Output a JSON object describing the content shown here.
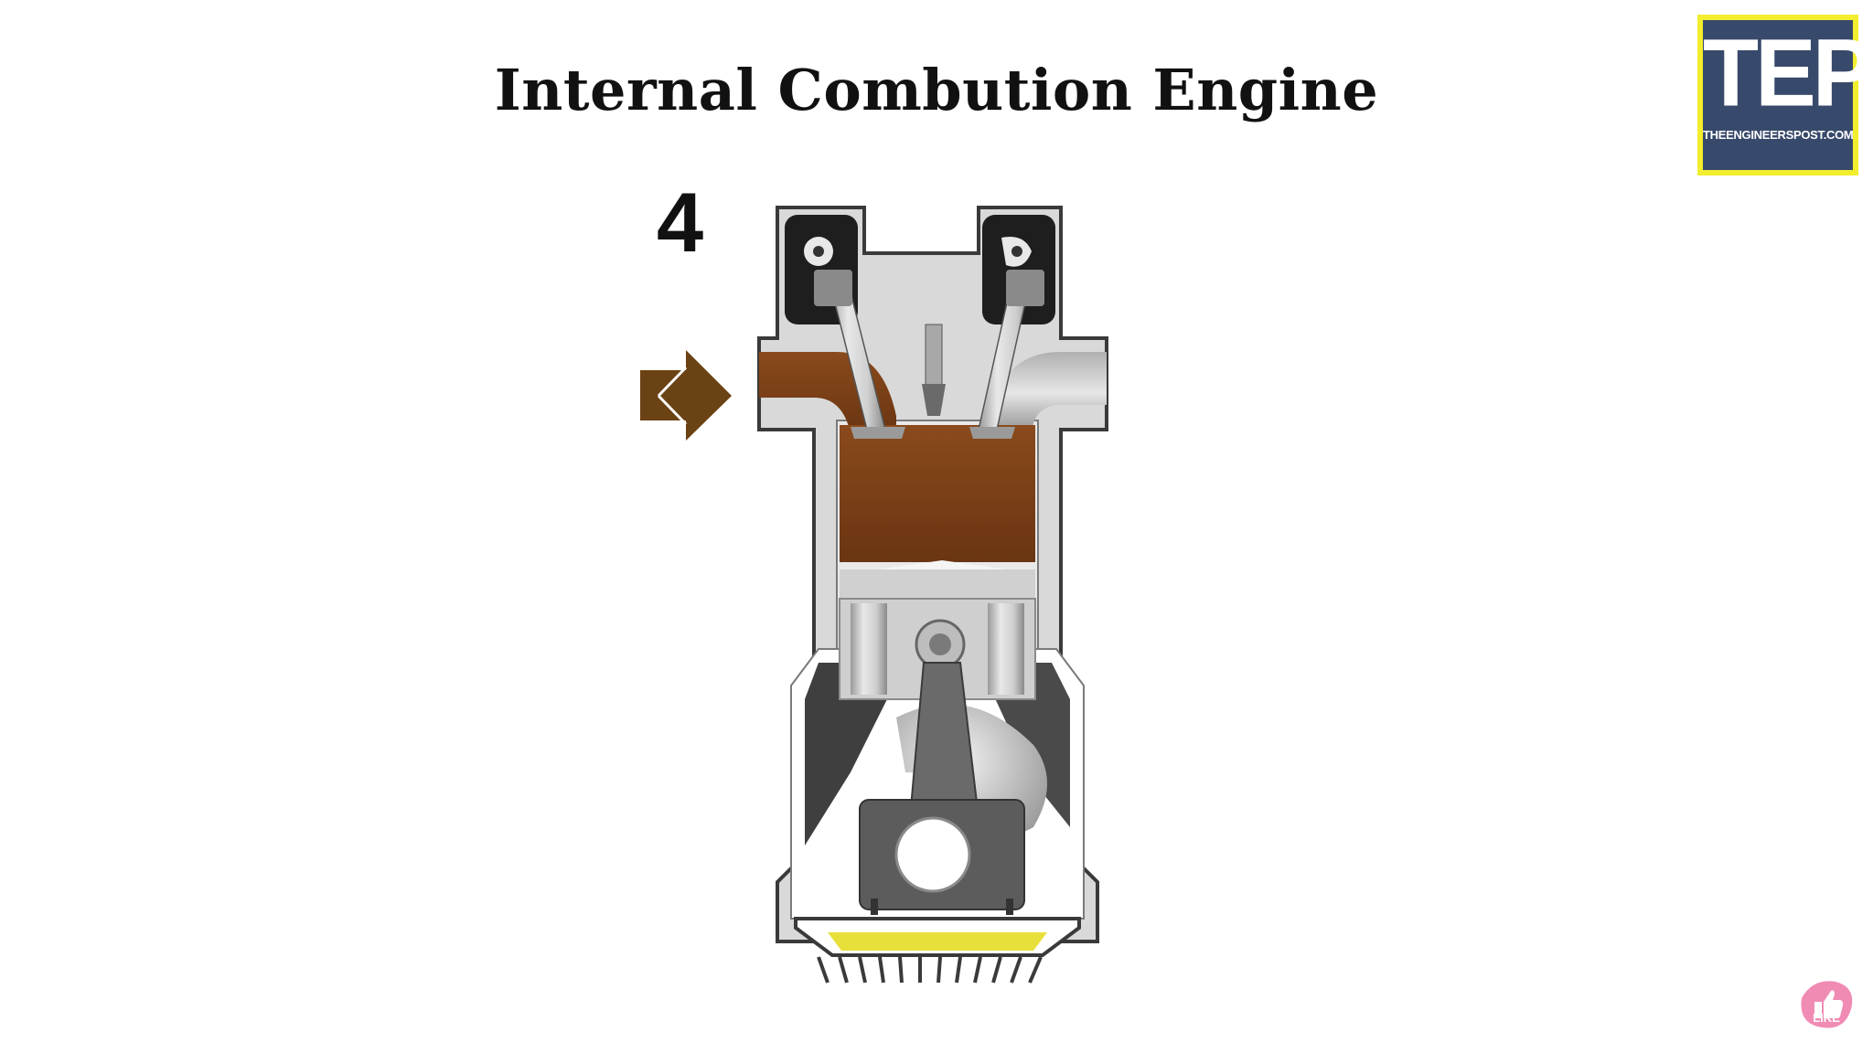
{
  "title": "Internal Combution Engine",
  "stroke_number": "4",
  "logo": {
    "main": "TEP",
    "sub": "THEENGINEERSPOST.COM",
    "colors": {
      "background": "#384a6b",
      "border": "#f2ee2e"
    }
  },
  "like_badge": {
    "label": "LIKE",
    "icon": "thumbs-up-icon"
  },
  "diagram": {
    "icons": [
      "exhaust-arrow-icon",
      "cylinder-head",
      "intake-valve",
      "exhaust-valve",
      "spark-plug",
      "piston",
      "connecting-rod",
      "crankshaft",
      "oil-sump"
    ],
    "colors": {
      "exhaust_gas": "#7a4419",
      "engine_block": "#d4d4d4",
      "metal_dark": "#4d4d4d",
      "oil": "#e8e03a"
    }
  }
}
